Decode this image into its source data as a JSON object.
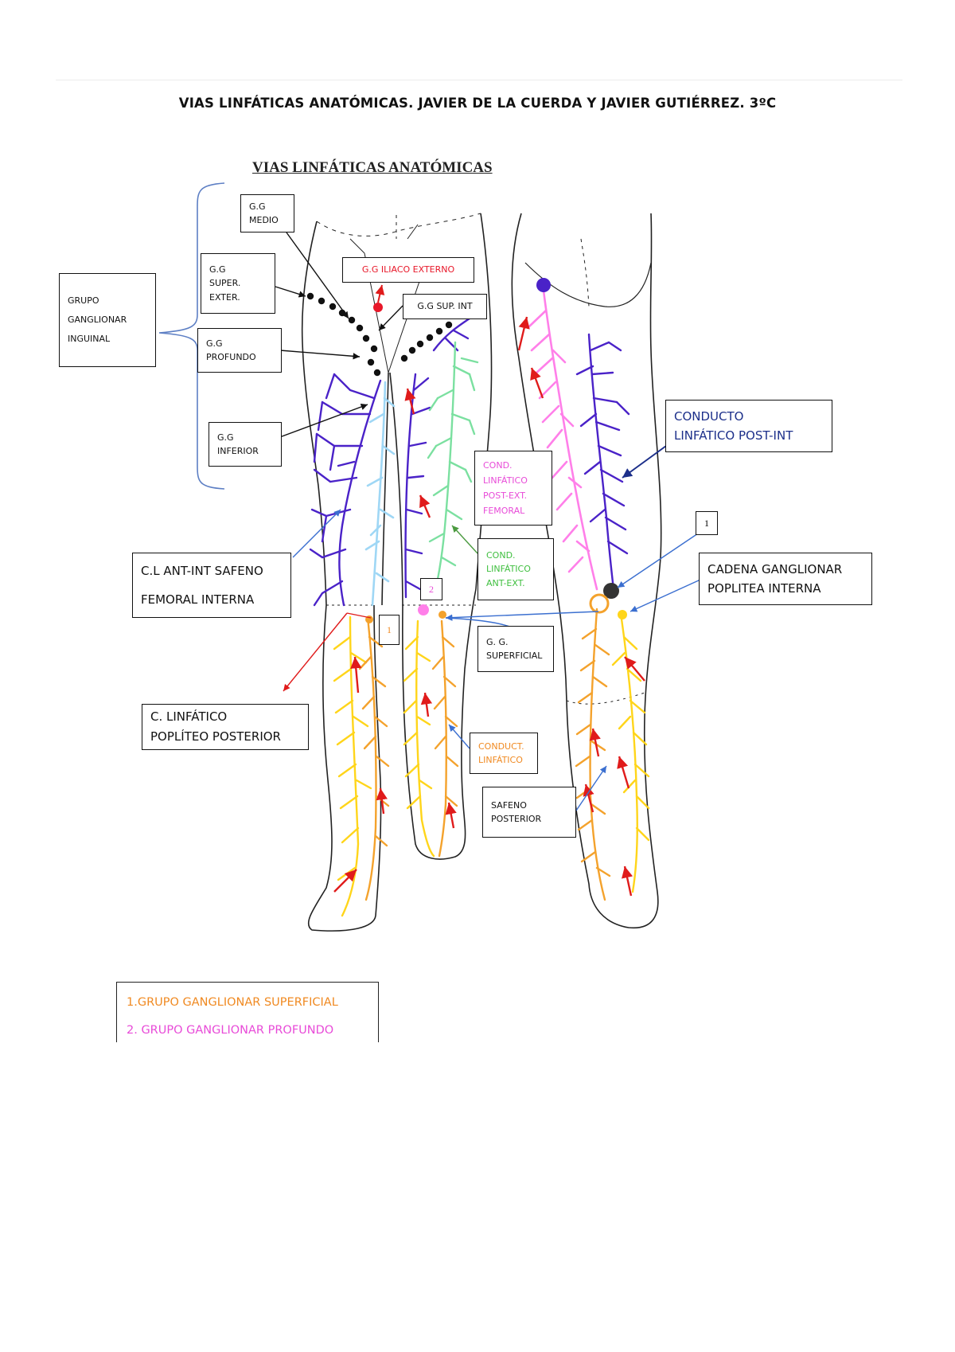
{
  "header": {
    "title": "VIAS LINFÁTICAS ANATÓMICAS. JAVIER DE LA CUERDA Y JAVIER GUTIÉRREZ. 3ºC"
  },
  "diagram": {
    "title": "VIAS LINFÁTICAS ANATÓMICAS"
  },
  "labels": {
    "grupo_inguinal": [
      "GRUPO",
      "GANGLIONAR",
      "INGUINAL"
    ],
    "gg_medio": [
      "G.G",
      "MEDIO"
    ],
    "gg_super_exter": [
      "G.G",
      "SUPER.",
      "EXTER."
    ],
    "gg_profundo": [
      "G.G",
      "PROFUNDO"
    ],
    "gg_inferior": [
      "G.G",
      "INFERIOR"
    ],
    "gg_iliaco_externo": "G.G ILIACO EXTERNO",
    "gg_sup_int": "G.G SUP. INT",
    "conducto_post_int": [
      "CONDUCTO",
      "LINFÁTICO POST-INT"
    ],
    "cond_post_ext_femoral": [
      "COND.",
      "LINFÁTICO",
      "POST-EXT.",
      "FEMORAL"
    ],
    "cond_ant_ext": [
      "COND.",
      "LINFÁTICO",
      "ANT-EXT."
    ],
    "cl_ant_int_safeno": [
      "C.L ANT-INT SAFENO",
      "FEMORAL INTERNA"
    ],
    "cadena_poplitea": [
      "CADENA GANGLIONAR",
      "POPLITEA INTERNA"
    ],
    "gg_superficial": [
      "G. G.",
      "SUPERFICIAL"
    ],
    "popliteo_posterior": [
      "C. LINFÁTICO",
      "POPLÍTEO POSTERIOR"
    ],
    "conduct_linfatico": [
      "CONDUCT.",
      "LINFÁTICO"
    ],
    "safeno_posterior": [
      "SAFENO",
      "POSTERIOR"
    ],
    "num_1": "1",
    "num_2": "2"
  },
  "legend": {
    "item1": "1.GRUPO GANGLIONAR SUPERFICIAL",
    "item2": "2. GRUPO GANGLIONAR PROFUNDO"
  },
  "colors": {
    "node": "#111111",
    "iliaco": "#e8182a",
    "purple_vessels": "#4a22c8",
    "lightblue_vessels": "#9fd7f5",
    "green_vessels": "#7be0a0",
    "pink_vessels": "#ff7fe9",
    "yellow_vessels": "#ffd51a",
    "orange_vessels": "#f4a22c",
    "arrow_red": "#e01b1b",
    "legend_orange": "#f08a22",
    "legend_pink": "#e84bd8",
    "post_int_text": "#1c2f8a",
    "pointer_blue": "#3b6fd0"
  }
}
